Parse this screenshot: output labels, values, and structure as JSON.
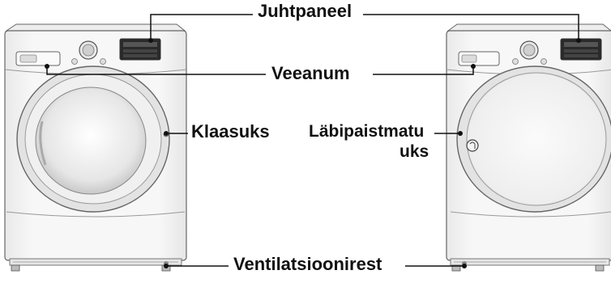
{
  "labels": {
    "control_panel": "Juhtpaneel",
    "water_drawer": "Veeanum",
    "glass_door": "Klaasuks",
    "opaque_door_line1": "Läbipaistmatu",
    "opaque_door_line2": "uks",
    "vent_grille": "Ventilatsioonirest"
  },
  "colors": {
    "line": "#111111",
    "body_outline": "#555555",
    "body_fill": "#f4f4f4",
    "panel_display": "#1a1a1a"
  }
}
